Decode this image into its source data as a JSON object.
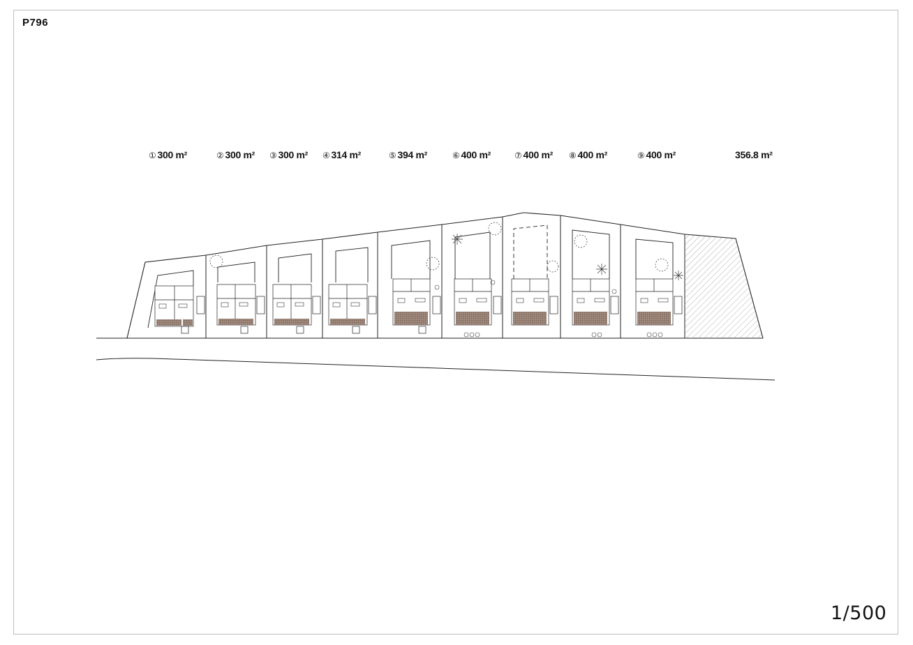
{
  "sheet": {
    "code": "P796",
    "scale": "1/500"
  },
  "lots": [
    {
      "num": "①",
      "area": "300 m²"
    },
    {
      "num": "②",
      "area": "300 m²"
    },
    {
      "num": "③",
      "area": "300 m²"
    },
    {
      "num": "④",
      "area": "314 m²"
    },
    {
      "num": "⑤",
      "area": "394 m²"
    },
    {
      "num": "⑥",
      "area": "400 m²"
    },
    {
      "num": "⑦",
      "area": "400 m²"
    },
    {
      "num": "⑧",
      "area": "400 m²"
    },
    {
      "num": "⑨",
      "area": "400 m²"
    },
    {
      "num": "",
      "area": "356.8 m²"
    }
  ],
  "colors": {
    "line": "#222222",
    "floor": "#8a7468",
    "hatch": "#9a9a9a"
  }
}
